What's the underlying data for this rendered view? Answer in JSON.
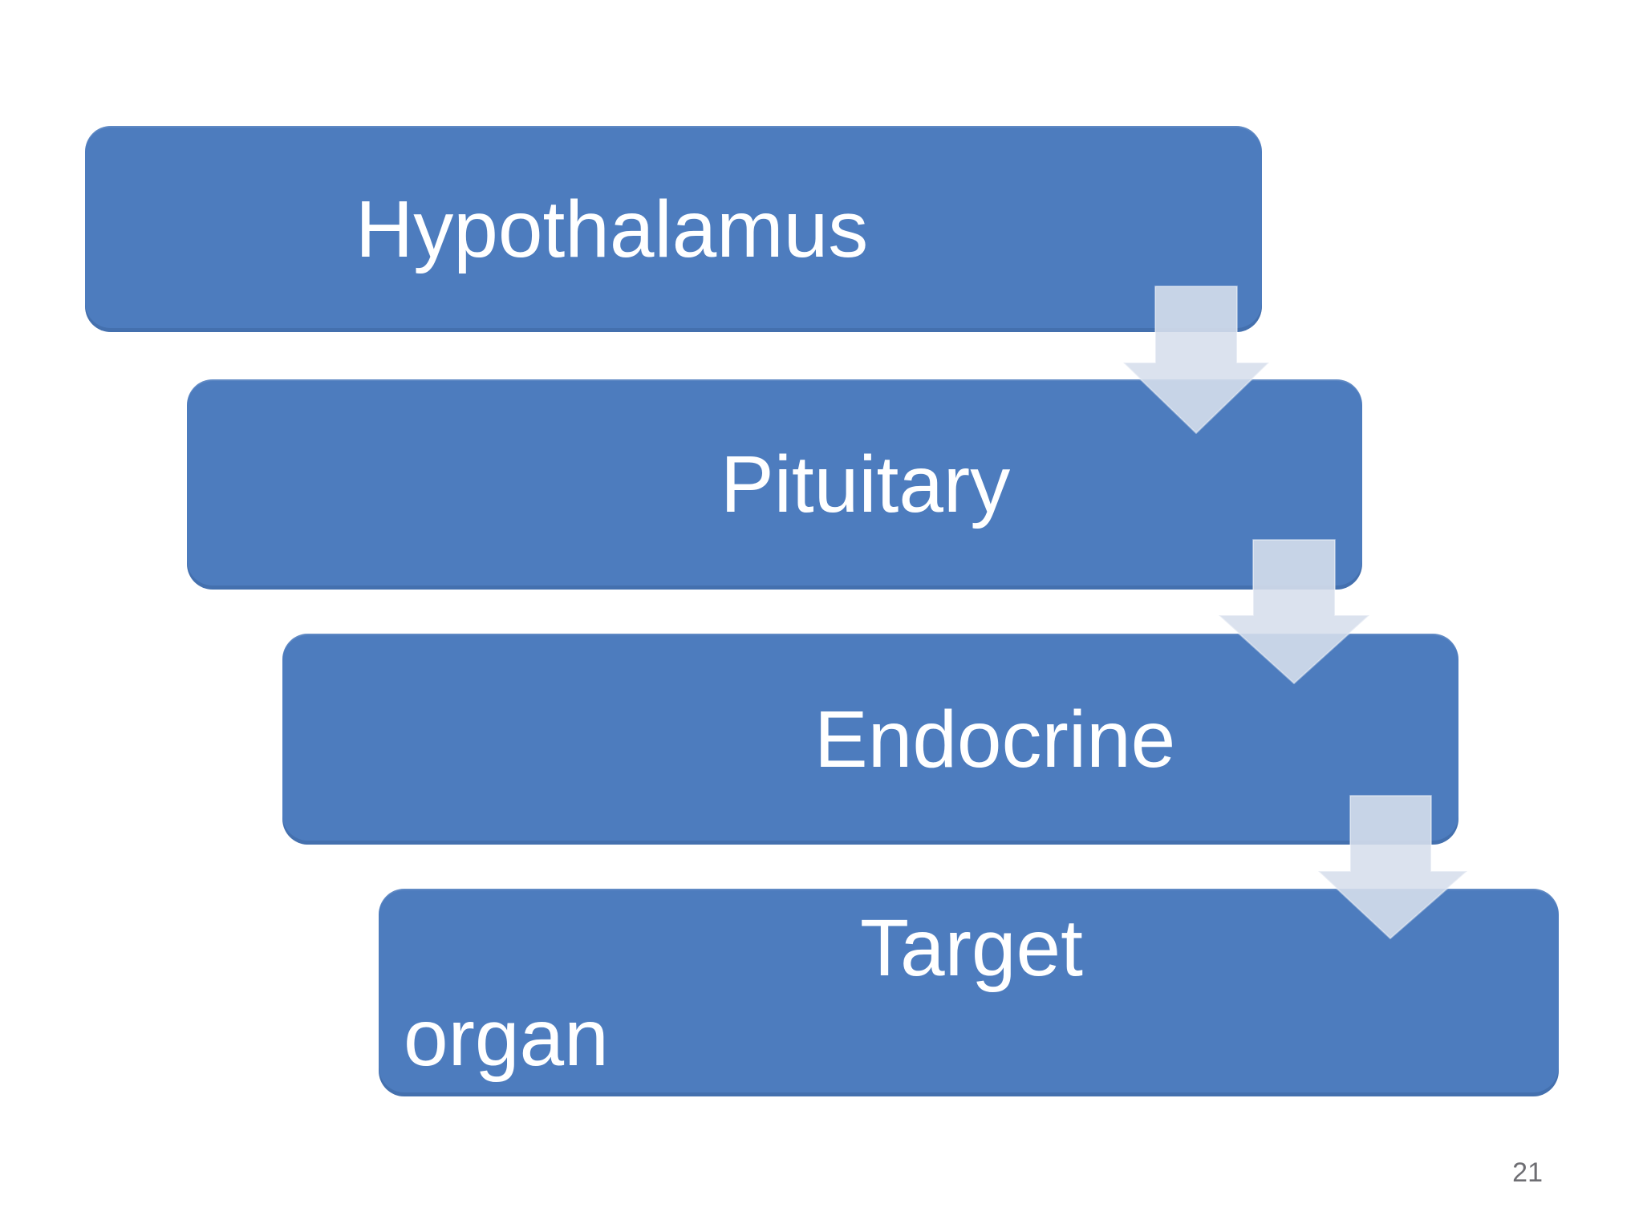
{
  "diagram": {
    "steps": [
      {
        "label": "Hypothalamus"
      },
      {
        "label": "Pituitary"
      },
      {
        "label": "Endocrine"
      },
      {
        "label": "Target organ",
        "lines": [
          "Target",
          "organ"
        ]
      }
    ]
  },
  "page_number": "21",
  "colors": {
    "background": "#ffffff",
    "box_fill": "#4d7cbe",
    "arrow_fill": "rgba(215,222,236,0.89)",
    "label_text": "#ffffff",
    "page_number_text": "#6e6e73"
  }
}
